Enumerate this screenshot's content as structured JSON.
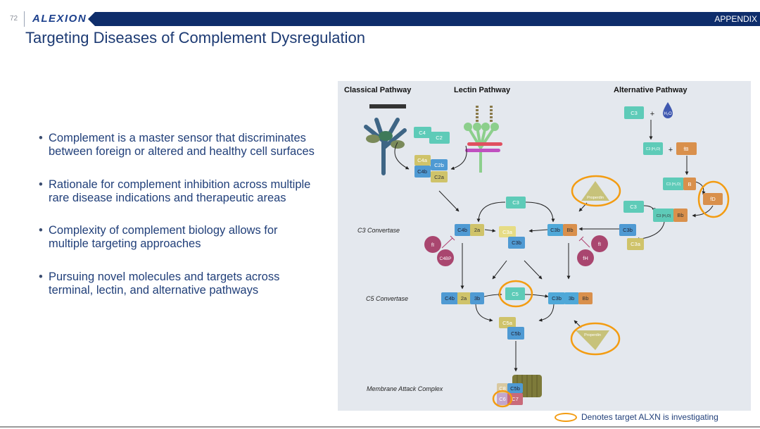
{
  "header": {
    "page_number": "72",
    "logo": "ALEXION",
    "section": "APPENDIX"
  },
  "title": "Targeting Diseases of Complement Dysregulation",
  "bullets": [
    "Complement is a master sensor that discriminates between foreign or altered and healthy cell surfaces",
    "Rationale for complement inhibition across multiple rare disease indications and therapeutic areas",
    "Complexity of complement biology allows for multiple targeting approaches",
    "Pursuing novel molecules and targets across terminal, lectin, and alternative pathways"
  ],
  "diagram": {
    "headings": {
      "classical": "Classical Pathway",
      "lectin": "Lectin Pathway",
      "alternative": "Alternative Pathway"
    },
    "stage_labels": {
      "c3_convertase": "C3 Convertase",
      "c5_convertase": "C5 Convertase",
      "mac": "Membrane Attack Complex"
    },
    "nodes": {
      "c4": "C4",
      "c2": "C2",
      "c4a": "C4a",
      "c4b": "C4b",
      "c2b": "C2b",
      "c2a": "C2a",
      "c3_top": "C3",
      "c4b_conv": "C4b",
      "2a_conv": "2a",
      "c3a": "C3a",
      "c3b_mid": "C3b",
      "c3b_conv": "C3b",
      "bb_conv": "Bb",
      "fi_left": "fI",
      "c4bp": "C4BP",
      "fi_right": "fI",
      "fh": "fH",
      "c3_alt": "C3",
      "plus1": "+",
      "h2o": "H₂O",
      "c3h2o": "C3 (H₂O)",
      "plus2": "+",
      "fb": "fB",
      "c3h2o_b": "C3 (H₂O)",
      "b": "B",
      "fd": "fD",
      "c3_alt2": "C3",
      "c3h2o_bb": "C3 (H₂O)",
      "bb_alt": "Bb",
      "c3b_alt": "C3b",
      "c3a_alt": "C3a",
      "properdin_top": "Properdin",
      "c5c_c4b": "C4b",
      "c5c_2a": "2a",
      "c5c_3b": "3b",
      "c5": "C5",
      "c5c_c3b": "C3b",
      "c5c_3b2": "3b",
      "c5c_bb": "Bb",
      "c5a": "C5a",
      "c5b": "C5b",
      "properdin_bottom": "Properdin",
      "mac_c8": "C8",
      "mac_c5b": "C5b",
      "mac_c6": "C6",
      "mac_c7": "C7"
    },
    "colors": {
      "teal": "#5ecbb8",
      "blue": "#4f9ad3",
      "yellow": "#cfc36a",
      "orange": "#d9904c",
      "magenta": "#a9466f",
      "target_ring": "#f39c12",
      "panel": "#e4e8ee"
    }
  },
  "legend": {
    "text": "Denotes target ALXN is investigating"
  }
}
